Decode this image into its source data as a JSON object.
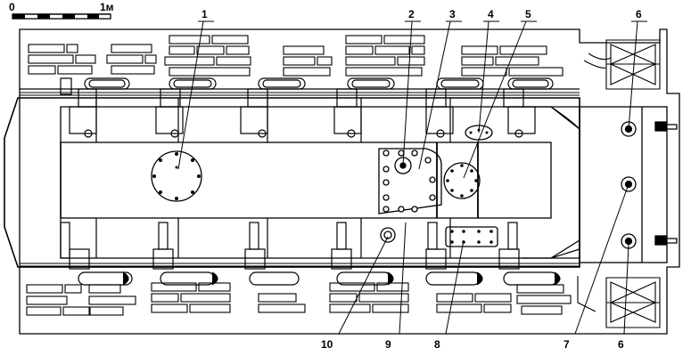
{
  "scale_bar": {
    "start": "0",
    "end": "1м"
  },
  "callouts": [
    "1",
    "2",
    "3",
    "4",
    "5",
    "6",
    "6",
    "7",
    "8",
    "9",
    "10"
  ]
}
